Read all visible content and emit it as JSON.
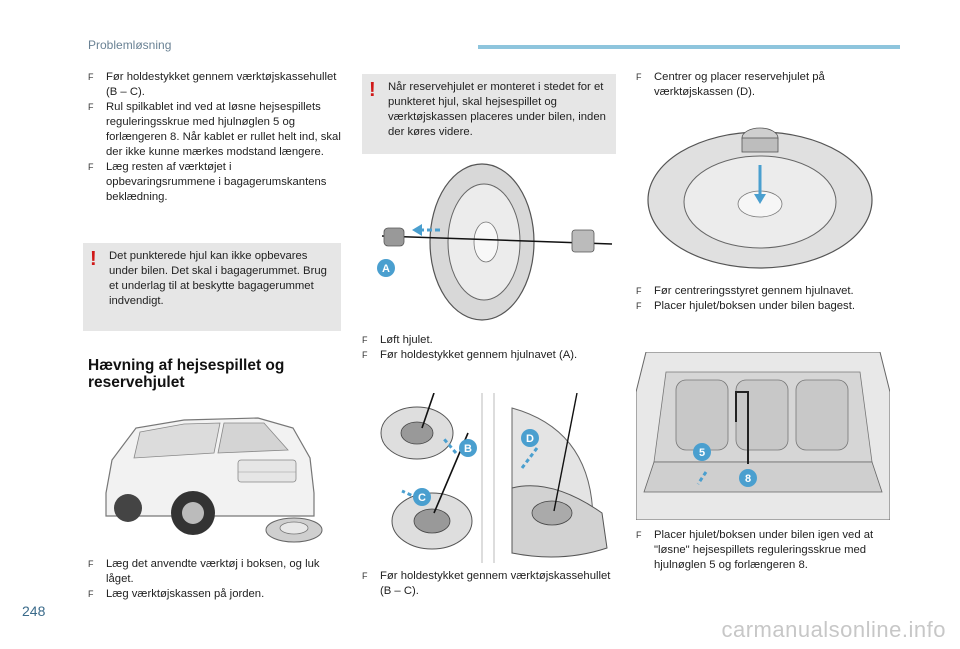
{
  "header": {
    "title": "Problemløsning"
  },
  "page_number": "248",
  "watermark": "carmanualsonline.info",
  "column1": {
    "bullets": [
      "Før holdestykket gennem værktøjskassehullet (B – C).",
      "Rul spilkablet ind ved at løsne hejsespillets reguleringsskrue med hjulnøglen 5 og forlængeren 8. Når kablet er rullet helt ind, skal der ikke kunne mærkes modstand længere.",
      "Læg resten af værktøjet i opbevaringsrummene i bagagerumskantens beklædning."
    ],
    "warning": "Det punkterede hjul kan ikke opbevares under bilen. Det skal i bagagerummet. Brug et underlag til at beskytte bagagerummet indvendigt.",
    "heading": "Hævning af hejsespillet og reservehjulet",
    "bullets_bottom": [
      "Læg det anvendte værktøj i boksen, og luk låget.",
      "Læg værktøjskassen på jorden."
    ]
  },
  "column2": {
    "warning": "Når reservehjulet er monteret i stedet for et punkteret hjul, skal hejsespillet og værktøjskassen placeres under bilen, inden der køres videre.",
    "bullets_mid": [
      "Løft hjulet.",
      "Før holdestykket gennem hjulnavet (A)."
    ],
    "bullets_bottom": [
      "Før holdestykket gennem værktøjskassehullet (B – C)."
    ]
  },
  "column3": {
    "bullets_top": [
      "Centrer og placer reservehjulet på værktøjskassen (D)."
    ],
    "bullets_mid": [
      "Før centreringsstyret gennem hjulnavet.",
      "Placer hjulet/boksen under bilen bagest."
    ],
    "bullets_bottom": [
      "Placer hjulet/boksen under bilen igen ved at \"løsne\" hejsespillets reguleringsskrue med hjulnøglen 5 og forlængeren 8."
    ]
  },
  "figure_labels": {
    "a": "A",
    "b": "B",
    "c": "C",
    "d": "D",
    "five": "5",
    "eight": "8"
  },
  "bullet_mark": "F",
  "warning_mark": "!",
  "colors": {
    "accent": "#4a9fcf",
    "warning": "#d01818",
    "box": "#e6e6e6",
    "header_bar": "#8ec5dd"
  }
}
